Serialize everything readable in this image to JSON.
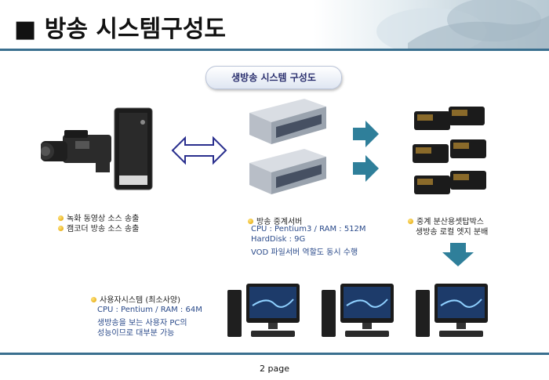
{
  "header": {
    "title": "■ 방송 시스템구성도"
  },
  "diagram": {
    "title": "생방송 시스템 구성도",
    "source": {
      "items": [
        "녹화 동영상 소스 송출",
        "캠코더 방송 소스 송출"
      ]
    },
    "server": {
      "label": "방송 중계서버",
      "specs": [
        "CPU : Pentium3  /  RAM : 512M",
        "HardDisk : 9G",
        "VOD 파일서버 역할도 동시 수행"
      ]
    },
    "settop": {
      "lines": [
        "중계 분산용셋탑박스",
        "생방송 로컬 엣지 분배"
      ]
    },
    "user": {
      "label": "사용자시스템 (최소사양)",
      "specs": [
        "CPU : Pentium  / RAM : 64M",
        "생방송을 보는 사용자 PC의",
        "성능이므로 대부분 가능"
      ]
    },
    "colors": {
      "accent": "#3a6f8f",
      "arrow_teal": "#2f7f9a",
      "arrow_outline": "#2a2f8e",
      "dot": "#e8a800"
    }
  },
  "footer": {
    "page": "2 page"
  }
}
